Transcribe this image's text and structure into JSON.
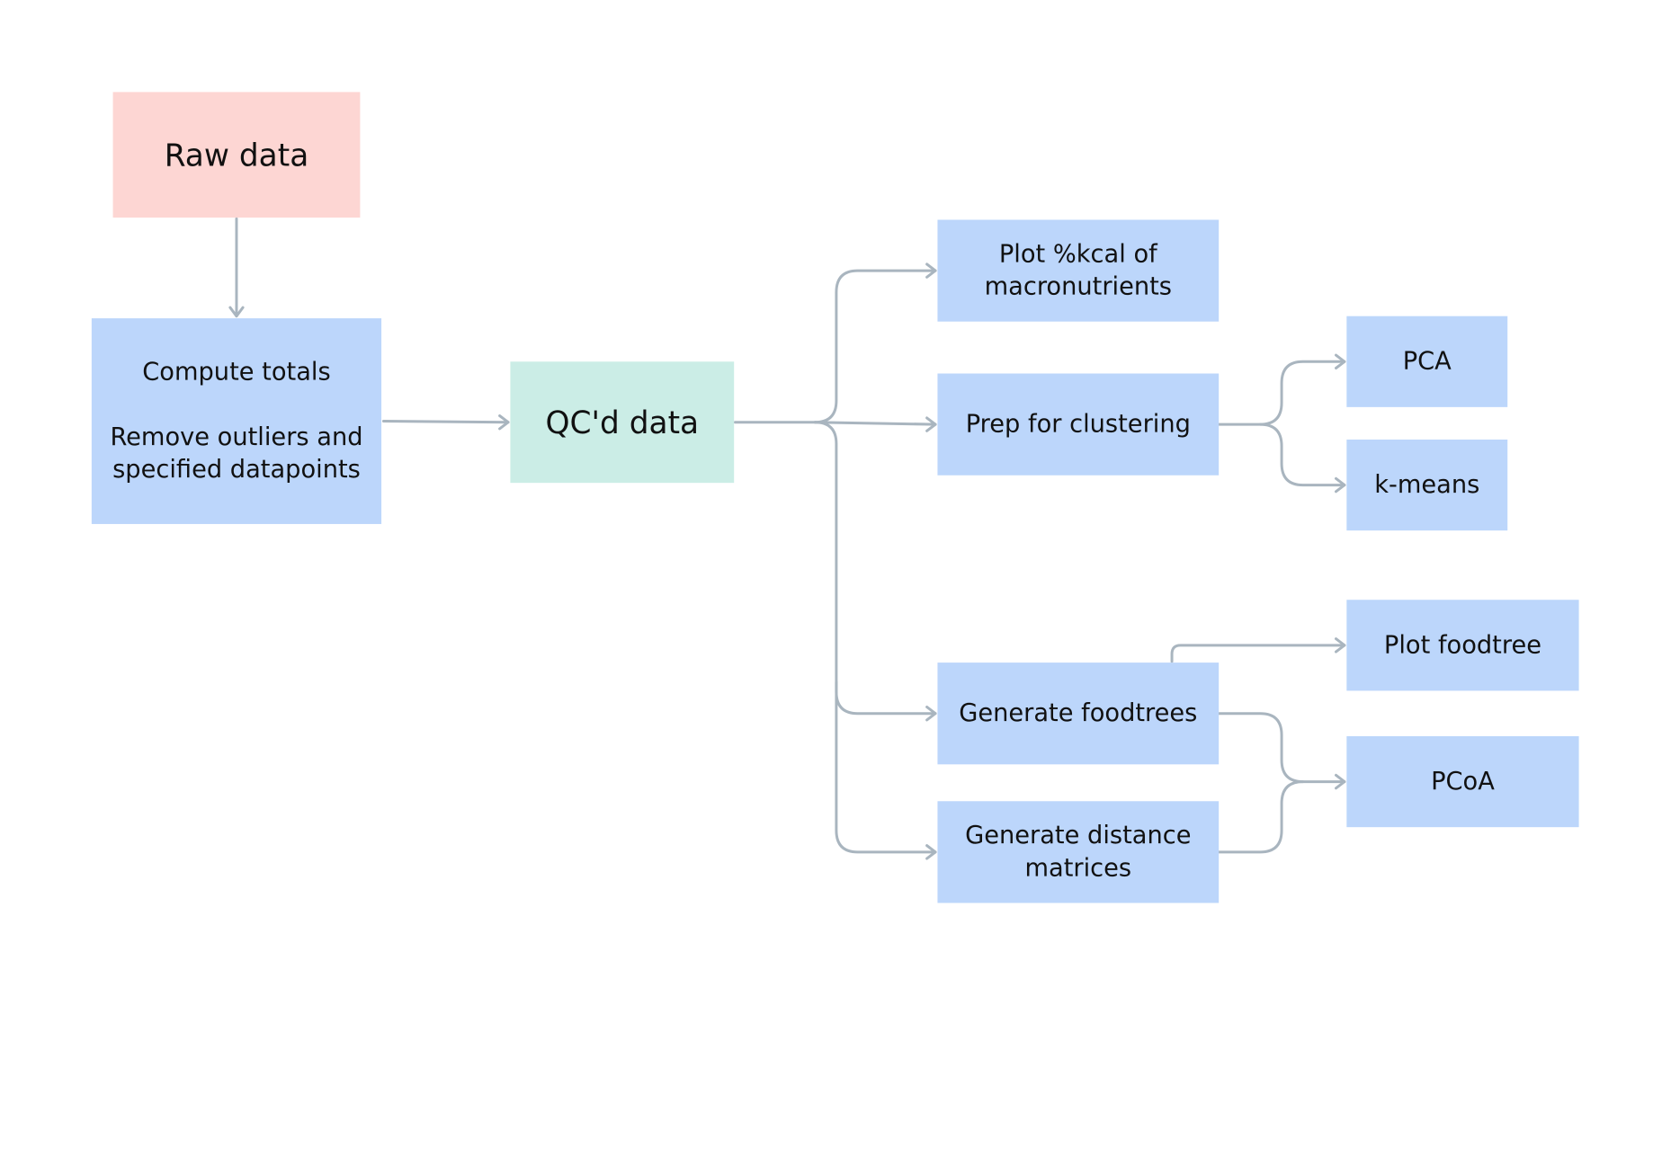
{
  "nodes": {
    "raw_data": "Raw data",
    "compute_totals": "Compute totals",
    "remove_outliers_line1": "Remove outliers and",
    "remove_outliers_line2": "specified datapoints",
    "qc_data": "QC'd data",
    "plot_kcal_line1": "Plot %kcal of",
    "plot_kcal_line2": "macronutrients",
    "prep_clustering": "Prep for clustering",
    "pca": "PCA",
    "kmeans": "k-means",
    "plot_foodtree": "Plot foodtree",
    "generate_foodtrees": "Generate foodtrees",
    "pcoa": "PCoA",
    "generate_distance_line1": "Generate distance",
    "generate_distance_line2": "matrices"
  },
  "colors": {
    "raw_node": "#fdd6d3",
    "process_node": "#bcd6fb",
    "qc_node": "#cbede6",
    "connector": "#a9b5bf"
  }
}
